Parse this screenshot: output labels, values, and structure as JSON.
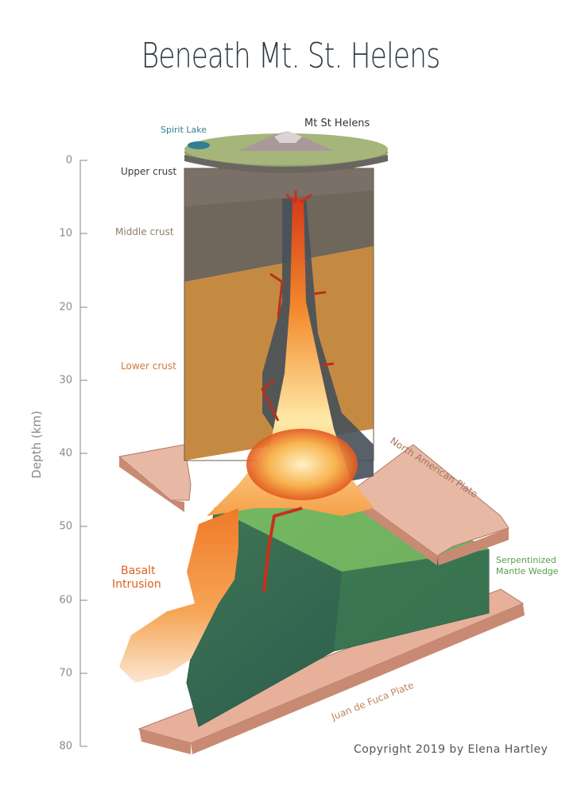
{
  "title": "Beneath Mt. St. Helens",
  "axis": {
    "label": "Depth (km)",
    "ticks": [
      "0",
      "10",
      "20",
      "30",
      "40",
      "50",
      "60",
      "70",
      "80"
    ]
  },
  "labels": {
    "mt_st_helens": "Mt St Helens",
    "spirit_lake": "Spirit Lake",
    "upper_crust": "Upper crust",
    "middle_crust": "Middle crust",
    "lower_crust": "Lower crust",
    "basalt_intrusion_line1": "Basalt",
    "basalt_intrusion_line2": "Intrusion",
    "north_american_plate": "North American Plate",
    "mantle_wedge_line1": "Serpentinized",
    "mantle_wedge_line2": "Mantle Wedge",
    "juan_de_fuca_plate": "Juan de Fuca Plate"
  },
  "copyright": "Copyright 2019 by Elena Hartley",
  "colors": {
    "title": "#2f3a44",
    "upper_crust": "#6a625a",
    "middle_crust": "#8e7e6e",
    "lower_crust": "#c8893f",
    "magma": "#e0601e",
    "mantle": "#3f7c5a",
    "plate": "#e3b8a3",
    "spirit_lake": "#2f7f8f",
    "mantle_label": "#5a9a4e"
  }
}
